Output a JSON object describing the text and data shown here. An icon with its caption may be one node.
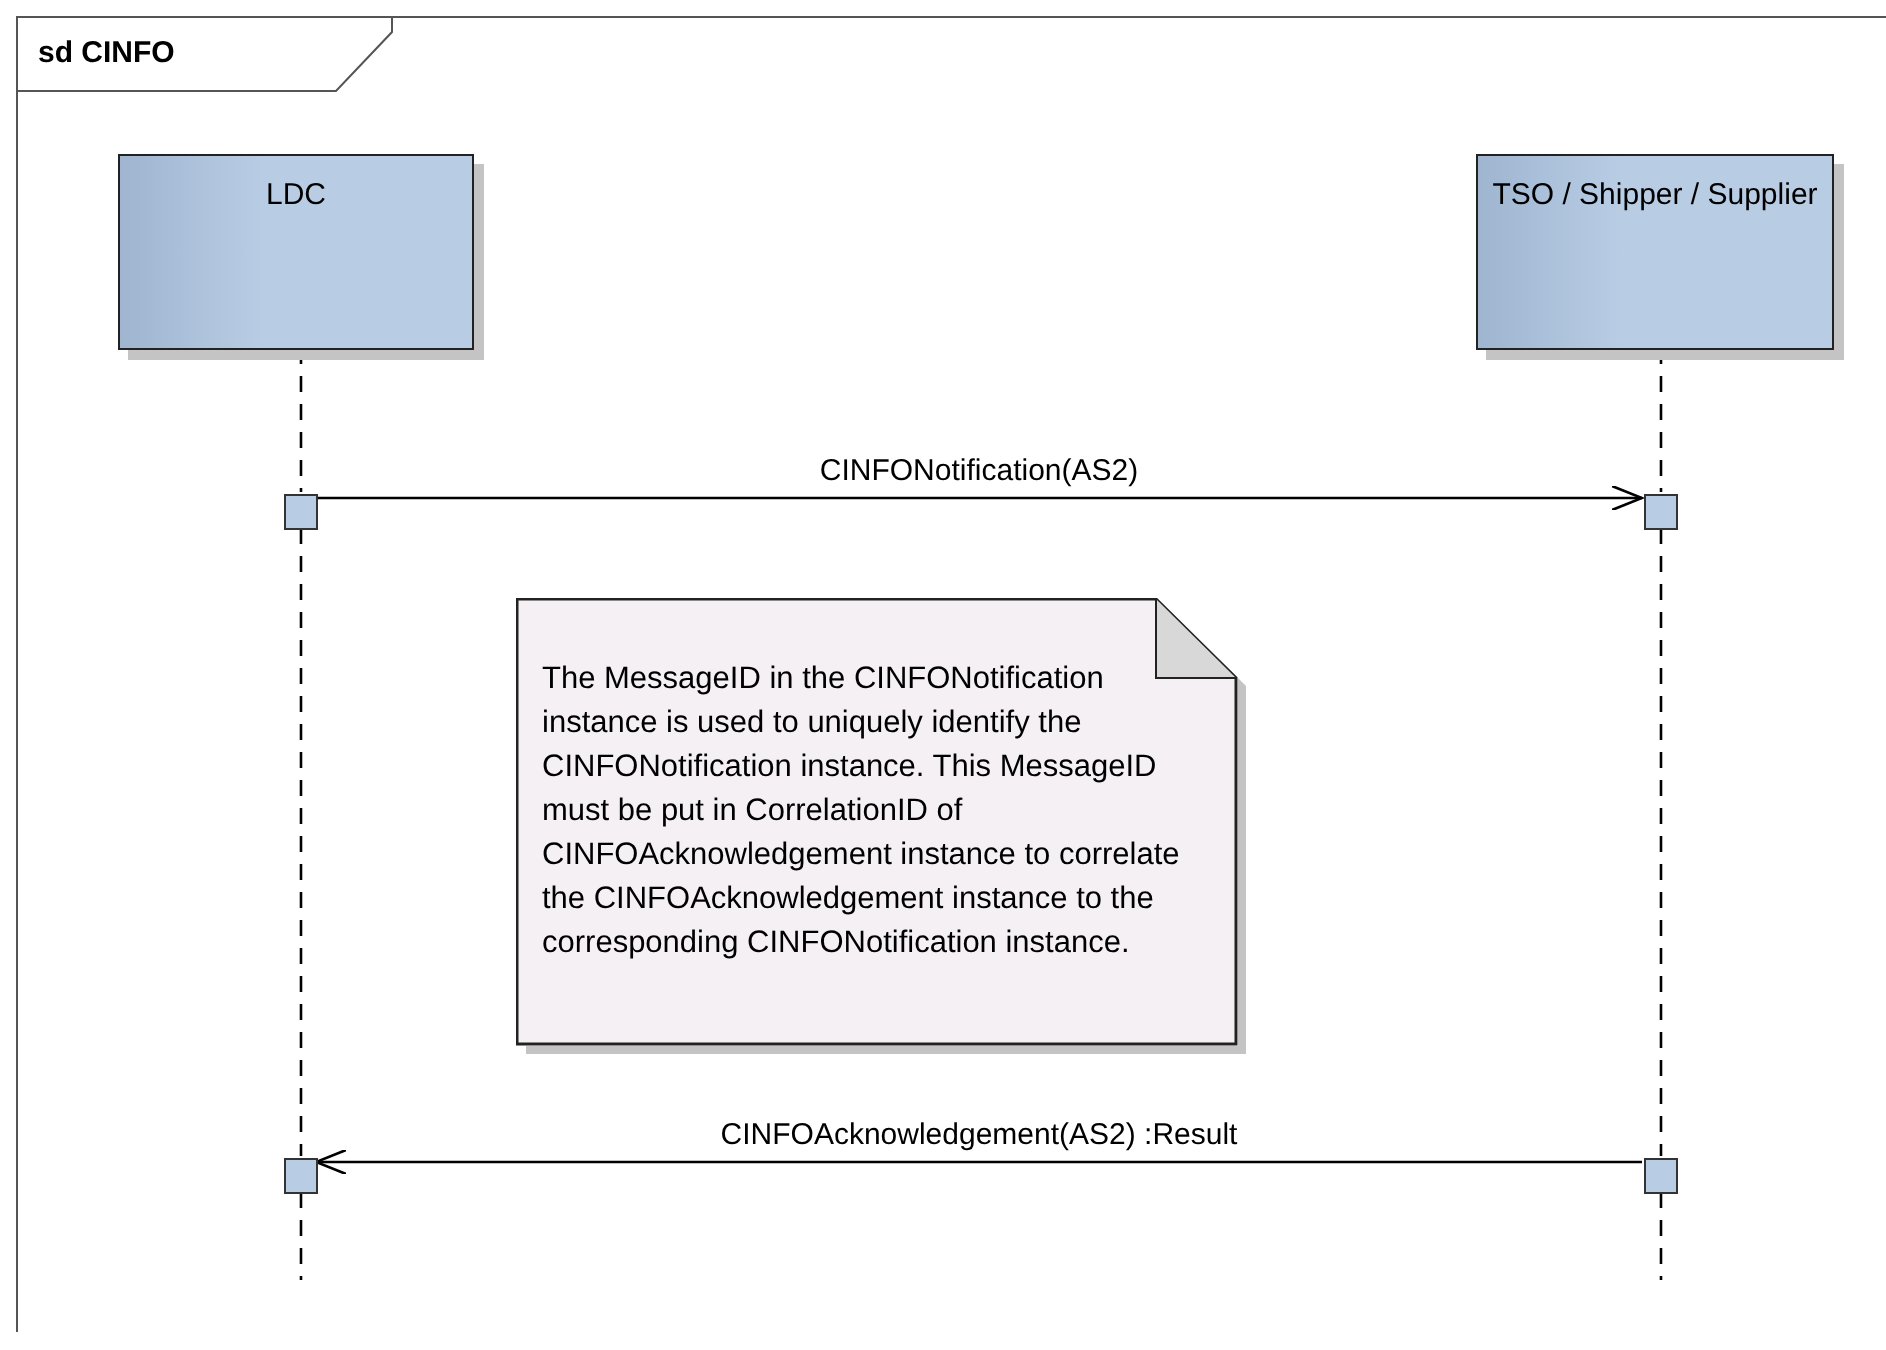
{
  "diagram": {
    "nodes": [
      {
        "text": [
          "sd CINFO"
        ]
      },
      {
        "text": [
          "LDC"
        ],
        "in": 0
      },
      {
        "text": [
          "TSO / Shipper / Supplier"
        ],
        "in": 0
      },
      {
        "text": [],
        "shape": "box",
        "in": 0
      },
      {
        "text": [],
        "shape": "box",
        "in": 0
      },
      {
        "text": [
          "The MessageID in the CINFONotification instance is used to uniquely identify the CINFONotification instance. This MessageID must be put in CorrelationID of CINFOAcknowledgement instance to correlate the CINFOAcknowledgement instance to the corresponding CINFONotification instance."
        ],
        "in": 0
      },
      {
        "text": [],
        "shape": "box",
        "in": 0
      },
      {
        "text": [],
        "shape": "box",
        "in": 0
      }
    ],
    "edges": [
      {
        "from": 1,
        "to": 3,
        "arrow": "none",
        "style": "dashed"
      },
      {
        "from": 2,
        "to": 4,
        "arrow": "none",
        "style": "dashed"
      },
      {
        "from": 3,
        "to": 4,
        "arrow": "to",
        "label": "CINFONotification(AS2)"
      },
      {
        "from": 3,
        "to": 6,
        "arrow": "none",
        "style": "dashed"
      },
      {
        "from": 4,
        "to": 7,
        "arrow": "none",
        "style": "dashed"
      },
      {
        "from": 7,
        "to": 6,
        "arrow": "to",
        "label": "CINFOAcknowledgement(AS2) :Result"
      },
      {
        "from": 6,
        "to": null,
        "arrow": "none",
        "style": "dashed"
      },
      {
        "from": 7,
        "to": null,
        "arrow": "none",
        "style": "dashed"
      }
    ]
  }
}
